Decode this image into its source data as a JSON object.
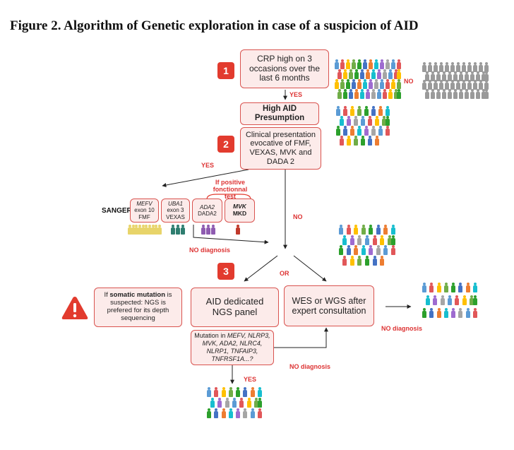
{
  "title": "Figure 2. Algorithm of Genetic exploration in case of a suspicion of AID",
  "steps": {
    "one": "1",
    "two": "2",
    "three": "3"
  },
  "boxes": {
    "crp": "CRP high on 3 occasions over the last 6 months",
    "high_aid": "High AID Presumption",
    "clinical": "Clinical presentation evocative of FMF, VEXAS, MVK  and DADA 2",
    "mefv_gene": "MEFV",
    "mefv_exon": "exon 10",
    "mefv_dis": "FMF",
    "uba1_gene": "UBA1",
    "uba1_exon": "exon 3",
    "uba1_dis": "VEXAS",
    "ada2_gene": "ADA2",
    "ada2_dis": "DADA2",
    "mvk_gene": "MVK",
    "mvk_dis": "MKD",
    "somatic_pre": "If ",
    "somatic_bold": "somatic mutation",
    "somatic_post": " is suspected:  NGS is prefered for its depth sequencing",
    "ngs": "AID dedicated NGS panel",
    "wes": "WES or WGS after expert consultation",
    "mutation_prefix": "Mutation in ",
    "mutation_genes": "MEFV, NLRP3, MVK, ADA2, NLRC4, NLRP1, TNFAIP3, TNFRSF1A...?"
  },
  "labels": {
    "yes1": "YES",
    "no1": "NO",
    "yes2": "YES",
    "if_positive": "If positive fonctionnal test",
    "sanger": "SANGER",
    "no2": "NO",
    "no_diag1": "NO diagnosis",
    "or": "OR",
    "no_diag2": "NO diagnosis",
    "no_diag3": "NO diagnosis",
    "yes3": "YES"
  },
  "colors": {
    "accent": "#e23b2e",
    "box_fill": "#fcebea",
    "box_border": "#d9534f",
    "crowd_palette": [
      "#5b9bd5",
      "#70ad47",
      "#ed7d31",
      "#a5a5a5",
      "#ffc000",
      "#4472c4",
      "#9e6bd0",
      "#e15759",
      "#2ca02c",
      "#17becf"
    ],
    "crowd_gray": "#9a9a9a",
    "crowd_yellow": "#e8d46a",
    "crowd_teal": "#2e7d6f",
    "crowd_purple": "#8e5bb0",
    "crowd_red": "#c0392b"
  },
  "icons": {
    "warning": "warning-triangle-icon"
  }
}
